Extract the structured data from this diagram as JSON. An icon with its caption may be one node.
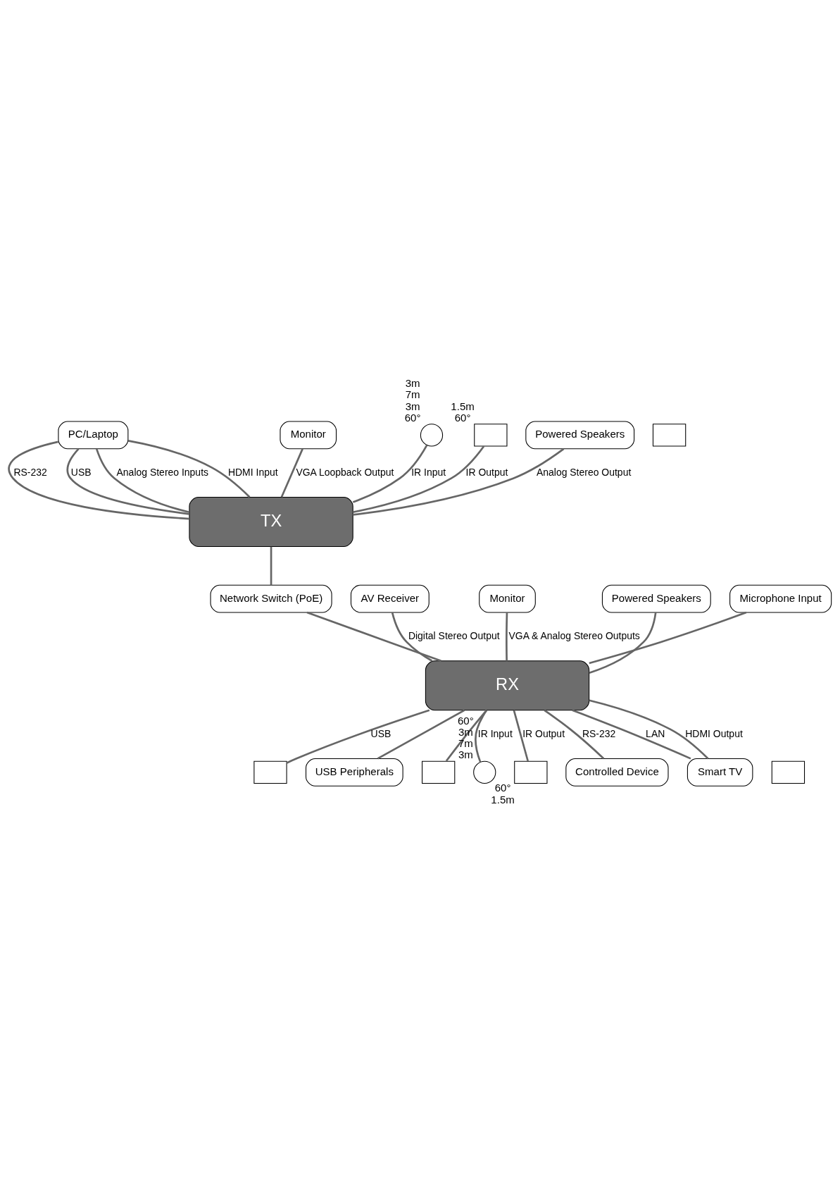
{
  "diagram": {
    "nodes": [
      {
        "text": [
          "PC/Laptop"
        ]
      },
      {
        "text": [
          "Monitor"
        ]
      },
      {
        "text": [],
        "shape": "box"
      },
      {
        "text": [],
        "shape": "circle",
        "beside": [
          "3m",
          "7m",
          "3m",
          "60°"
        ]
      },
      {
        "text": [],
        "shape": "box",
        "beside": [
          "1.5m",
          "60°"
        ]
      },
      {
        "text": [
          "TX"
        ]
      },
      {
        "text": [
          "Powered Speakers"
        ]
      },
      {
        "text": [
          "Network Switch (PoE)"
        ]
      },
      {
        "text": [
          "AV Receiver"
        ]
      },
      {
        "text": [
          "RX"
        ]
      },
      {
        "text": [
          "Monitor"
        ]
      },
      {
        "text": [
          "Powered Speakers"
        ]
      },
      {
        "text": [
          "Microphone Input"
        ]
      },
      {
        "text": [],
        "shape": "box"
      },
      {
        "text": [
          "USB Peripherals"
        ]
      },
      {
        "text": [],
        "shape": "box"
      },
      {
        "text": [],
        "shape": "circle",
        "beside": [
          "60°",
          "3m",
          "7m",
          "3m"
        ]
      },
      {
        "text": [],
        "shape": "box",
        "beside": [
          "60°",
          "1.5m"
        ]
      },
      {
        "text": [],
        "shape": "box"
      },
      {
        "text": [
          "Controlled Device"
        ]
      },
      {
        "text": [
          "Smart TV"
        ]
      }
    ],
    "edges": [
      {
        "from": 0,
        "to": 5,
        "arrow": "none",
        "label": "RS-232"
      },
      {
        "from": 1,
        "to": 5,
        "arrow": "none",
        "label": "VGA Loopback Output"
      },
      {
        "from": 3,
        "to": 5,
        "arrow": "none",
        "label": "IR Input"
      },
      {
        "from": 4,
        "to": 5,
        "arrow": "none",
        "label": "IR Output"
      },
      {
        "from": 0,
        "to": 5,
        "arrow": "none",
        "label": "USB"
      },
      {
        "from": 0,
        "to": 5,
        "arrow": "none",
        "label": "Analog Stereo Inputs"
      },
      {
        "from": 0,
        "to": 5,
        "arrow": "none",
        "label": "HDMI Input"
      },
      {
        "from": 6,
        "to": 5,
        "arrow": "none",
        "label": "Analog Stereo Output"
      },
      {
        "from": 5,
        "to": 7,
        "arrow": "none"
      },
      {
        "from": 7,
        "to": 9,
        "arrow": "none"
      },
      {
        "from": 8,
        "to": 9,
        "arrow": "none",
        "label": "Digital Stereo Output"
      },
      {
        "from": 10,
        "to": 9,
        "arrow": "none",
        "label": "VGA & Analog Stereo Outputs"
      },
      {
        "from": 11,
        "to": 9,
        "arrow": "none"
      },
      {
        "from": 12,
        "to": 9,
        "arrow": "none"
      },
      {
        "from": 9,
        "to": 13,
        "arrow": "none",
        "label": "USB"
      },
      {
        "from": 9,
        "to": 14,
        "arrow": "none"
      },
      {
        "from": 9,
        "to": 15,
        "arrow": "none"
      },
      {
        "from": 9,
        "to": 17,
        "arrow": "none",
        "label": "IR Output"
      },
      {
        "from": 9,
        "to": 16,
        "arrow": "none",
        "label": "IR Input"
      },
      {
        "from": 9,
        "to": 19,
        "arrow": "none",
        "label": "RS-232"
      },
      {
        "from": 9,
        "to": 20,
        "arrow": "none",
        "label": "LAN"
      },
      {
        "from": 9,
        "to": 20,
        "arrow": "none",
        "label": "HDMI Output"
      }
    ]
  }
}
